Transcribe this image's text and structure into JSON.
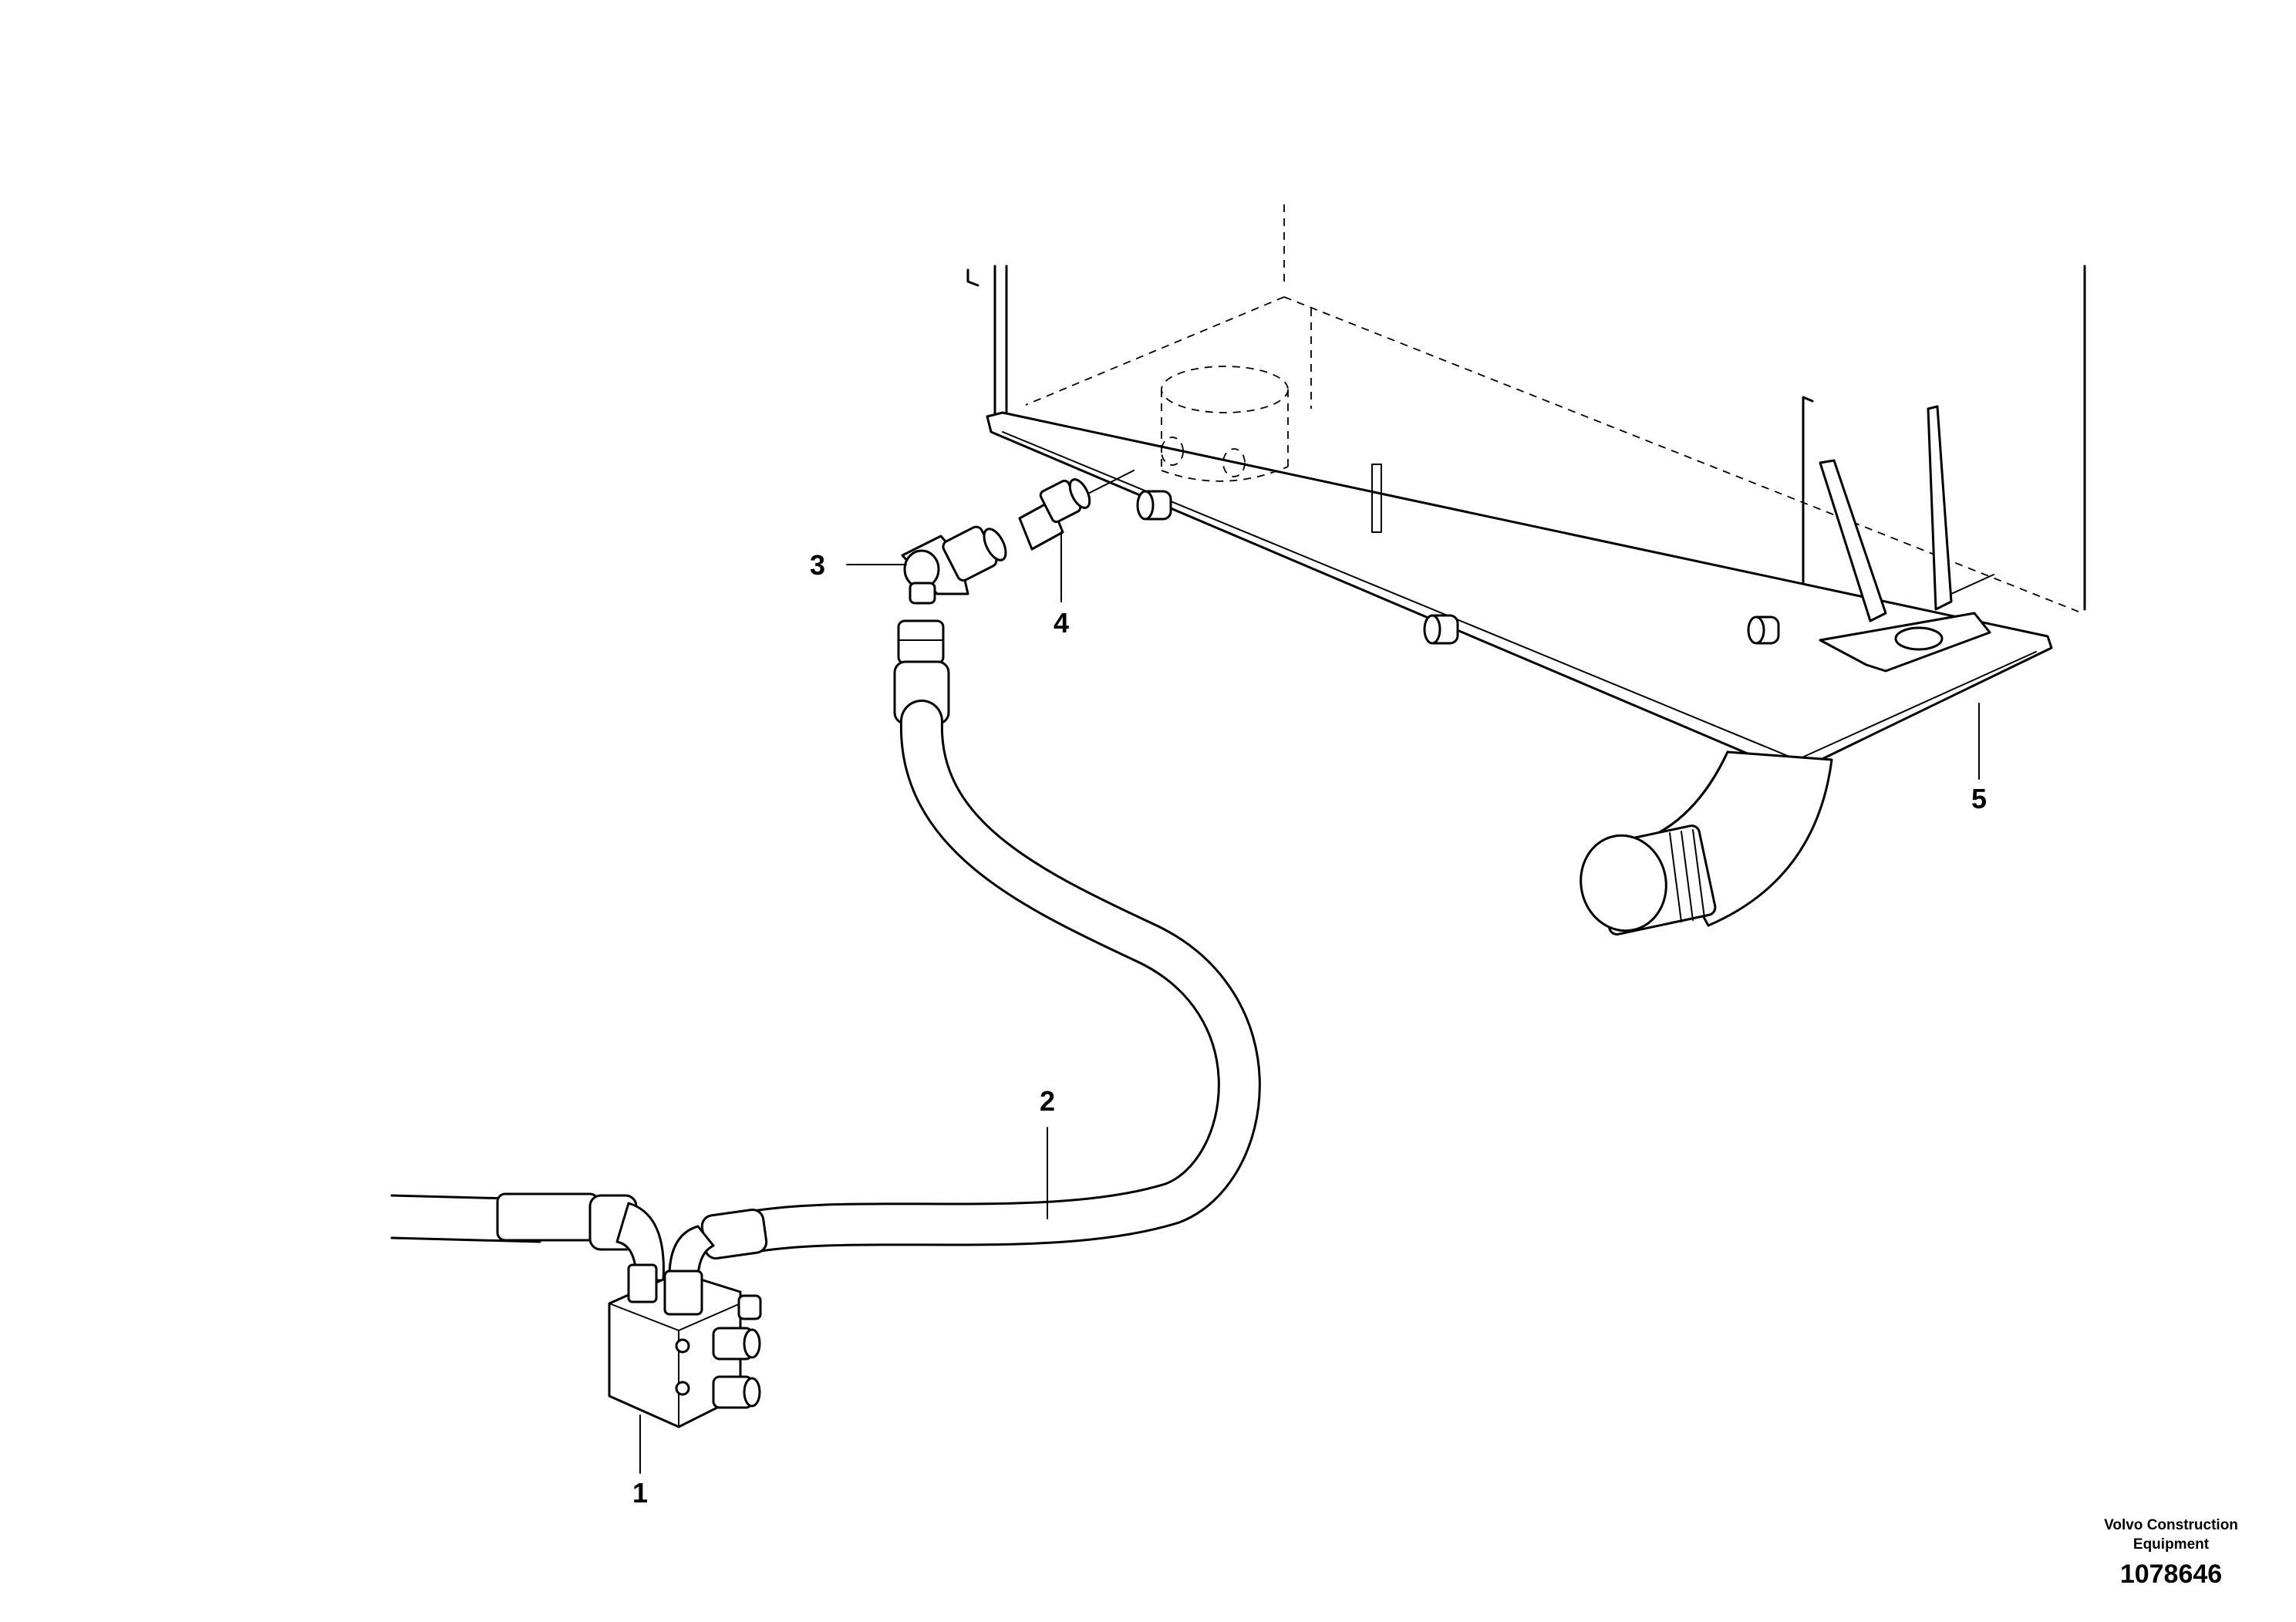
{
  "callouts": [
    {
      "id": "1",
      "label": "1"
    },
    {
      "id": "2",
      "label": "2"
    },
    {
      "id": "3",
      "label": "3"
    },
    {
      "id": "4",
      "label": "4"
    },
    {
      "id": "5",
      "label": "5"
    }
  ],
  "footer": {
    "company_line1": "Volvo Construction",
    "company_line2": "Equipment",
    "drawing_number": "1078646"
  }
}
